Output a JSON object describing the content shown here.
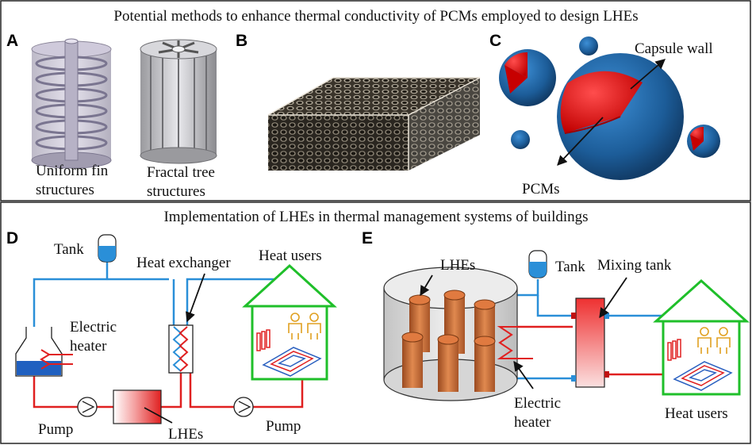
{
  "top_section": {
    "title": "Potential methods to enhance thermal conductivity of PCMs employed to design LHEs",
    "panel_a": {
      "label": "A",
      "uniform_fin_line1": "Uniform  fin",
      "uniform_fin_line2": "structures",
      "fractal_line1": "Fractal tree",
      "fractal_line2": "structures"
    },
    "panel_b": {
      "label": "B"
    },
    "panel_c": {
      "label": "C",
      "capsule_wall": "Capsule wall",
      "pcms": "PCMs"
    }
  },
  "bottom_section": {
    "title": "Implementation of LHEs in thermal management systems of buildings",
    "panel_d": {
      "label": "D",
      "tank": "Tank",
      "heat_exchanger": "Heat exchanger",
      "heat_users": "Heat users",
      "electric_heater_line1": "Electric",
      "electric_heater_line2": "heater",
      "pump_left": "Pump",
      "lhes": "LHEs",
      "pump_right": "Pump"
    },
    "panel_e": {
      "label": "E",
      "lhes": "LHEs",
      "tank": "Tank",
      "mixing_tank": "Mixing tank",
      "electric_heater_line1": "Electric",
      "electric_heater_line2": "heater",
      "heat_users": "Heat users"
    }
  },
  "colors": {
    "hot_pipe": "#e02020",
    "cold_pipe": "#2a8fd8",
    "house_outline": "#1fbf2a",
    "pcm_red": "#e81818",
    "capsule_blue": "#1f5f9f",
    "lhe_copper": "#c8693a",
    "user_icon": "#e0a020"
  }
}
